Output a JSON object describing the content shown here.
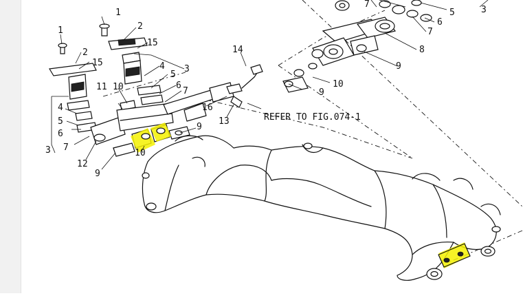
{
  "callouts": {
    "c1a": "1",
    "c1b": "1",
    "c2a": "2",
    "c2b": "2",
    "c15a": "15",
    "c15b": "15",
    "c4a": "4",
    "c4b": "4",
    "c5a": "5",
    "c5b": "5",
    "c5c": "5",
    "c3a": "3",
    "c3b": "3",
    "c3c": "3",
    "c6a": "6",
    "c6b": "6",
    "c6c": "6",
    "c7a": "7",
    "c7b": "7",
    "c7c": "7",
    "c7d": "7",
    "c11": "11",
    "c10a": "10",
    "c10b": "10",
    "c10c": "10",
    "c14": "14",
    "c16": "16",
    "c13": "13",
    "c8": "8",
    "c9a": "9",
    "c9b": "9",
    "c9c": "9",
    "c9d": "9",
    "c12": "12"
  },
  "reference_note": "REFER TO FIG.074-1",
  "highlight_color": "#f5f100"
}
